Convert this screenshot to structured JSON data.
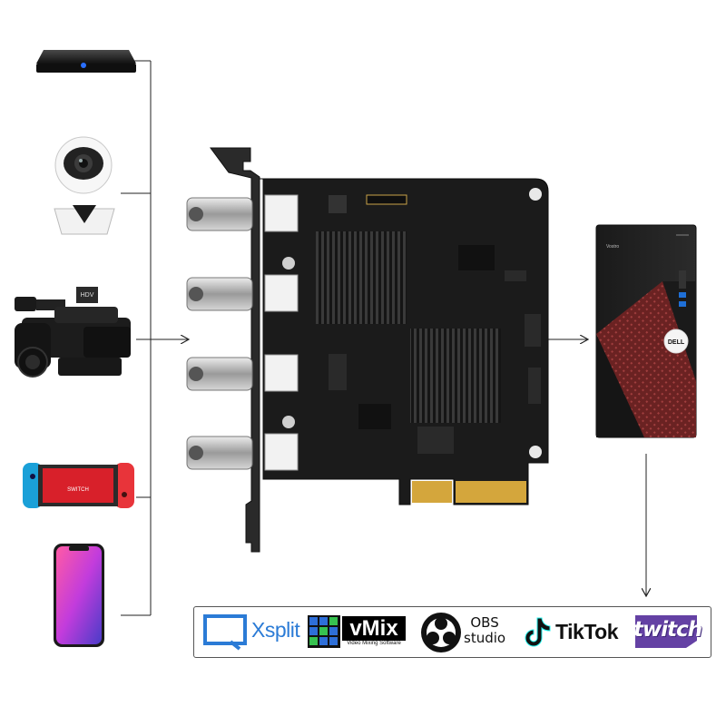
{
  "diagram": {
    "sources": [
      {
        "icon": "set-top-box-icon"
      },
      {
        "icon": "security-camera-icon"
      },
      {
        "icon": "camcorder-icon"
      },
      {
        "icon": "game-console-icon"
      },
      {
        "icon": "smartphone-icon"
      }
    ],
    "card": {
      "icon": "capture-card-icon",
      "connectors": 4
    },
    "computer": {
      "icon": "desktop-tower-icon",
      "model_text": "Vostro",
      "badge_text": "DELL"
    },
    "camcorder_badge": "HDV",
    "console_screen_text": "SWITCH"
  },
  "software": {
    "xsplit": "Xsplit",
    "vmix": "vMix",
    "vmix_sub": "Video Mixing Software",
    "obs_line1": "OBS",
    "obs_line2": "studio",
    "tiktok": "TikTok",
    "twitch": "twitch"
  },
  "colors": {
    "twitch_purple": "#6441a4",
    "xsplit_blue": "#2b7bd6",
    "pcb": "#1b1b1b",
    "gold": "#d4a63c",
    "dell_red": "#8b2a2a"
  }
}
